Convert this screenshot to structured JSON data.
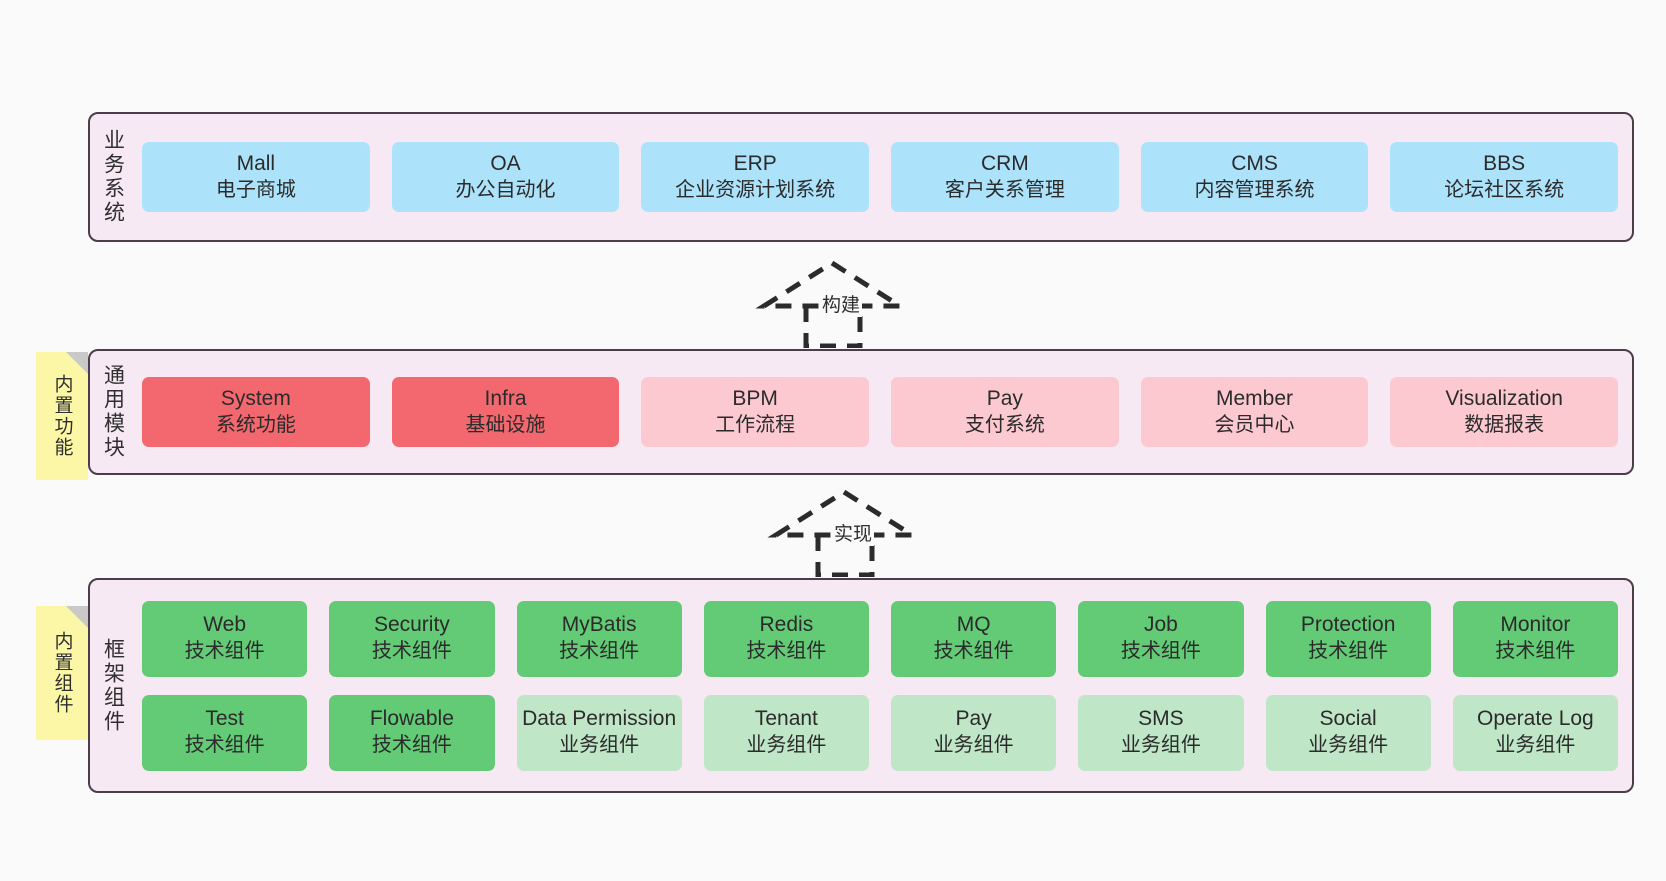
{
  "diagram": {
    "background": "#fafafa",
    "border_color": "#4b3d4a",
    "panel_color": "#f7e9f3",
    "sticky_color": "#fbf7a6"
  },
  "layers": [
    {
      "id": "business",
      "title": "业务系统",
      "rows": [
        {
          "cards": [
            {
              "name": "Mall",
              "sub": "电子商城",
              "style": "blue"
            },
            {
              "name": "OA",
              "sub": "办公自动化",
              "style": "blue"
            },
            {
              "name": "ERP",
              "sub": "企业资源计划系统",
              "style": "blue"
            },
            {
              "name": "CRM",
              "sub": "客户关系管理",
              "style": "blue"
            },
            {
              "name": "CMS",
              "sub": "内容管理系统",
              "style": "blue"
            },
            {
              "name": "BBS",
              "sub": "论坛社区系统",
              "style": "blue"
            }
          ]
        }
      ]
    },
    {
      "id": "modules",
      "title": "通用模块",
      "sticky": "内置功能",
      "rows": [
        {
          "cards": [
            {
              "name": "System",
              "sub": "系统功能",
              "style": "red"
            },
            {
              "name": "Infra",
              "sub": "基础设施",
              "style": "red"
            },
            {
              "name": "BPM",
              "sub": "工作流程",
              "style": "pinklight"
            },
            {
              "name": "Pay",
              "sub": "支付系统",
              "style": "pinklight"
            },
            {
              "name": "Member",
              "sub": "会员中心",
              "style": "pinklight"
            },
            {
              "name": "Visualization",
              "sub": "数据报表",
              "style": "pinklight"
            }
          ]
        }
      ]
    },
    {
      "id": "frame",
      "title": "框架组件",
      "sticky": "内置组件",
      "rows": [
        {
          "cards": [
            {
              "name": "Web",
              "sub": "技术组件",
              "style": "green"
            },
            {
              "name": "Security",
              "sub": "技术组件",
              "style": "green"
            },
            {
              "name": "MyBatis",
              "sub": "技术组件",
              "style": "green"
            },
            {
              "name": "Redis",
              "sub": "技术组件",
              "style": "green"
            },
            {
              "name": "MQ",
              "sub": "技术组件",
              "style": "green"
            },
            {
              "name": "Job",
              "sub": "技术组件",
              "style": "green"
            },
            {
              "name": "Protection",
              "sub": "技术组件",
              "style": "green"
            },
            {
              "name": "Monitor",
              "sub": "技术组件",
              "style": "green"
            }
          ]
        },
        {
          "cards": [
            {
              "name": "Test",
              "sub": "技术组件",
              "style": "green"
            },
            {
              "name": "Flowable",
              "sub": "技术组件",
              "style": "green"
            },
            {
              "name": "Data Permission",
              "sub": "业务组件",
              "style": "greenpale"
            },
            {
              "name": "Tenant",
              "sub": "业务组件",
              "style": "greenpale"
            },
            {
              "name": "Pay",
              "sub": "业务组件",
              "style": "greenpale"
            },
            {
              "name": "SMS",
              "sub": "业务组件",
              "style": "greenpale"
            },
            {
              "name": "Social",
              "sub": "业务组件",
              "style": "greenpale"
            },
            {
              "name": "Operate Log",
              "sub": "业务组件",
              "style": "greenpale"
            }
          ]
        }
      ]
    }
  ],
  "arrows": [
    {
      "id": "build",
      "label": "构建"
    },
    {
      "id": "impl",
      "label": "实现"
    }
  ]
}
